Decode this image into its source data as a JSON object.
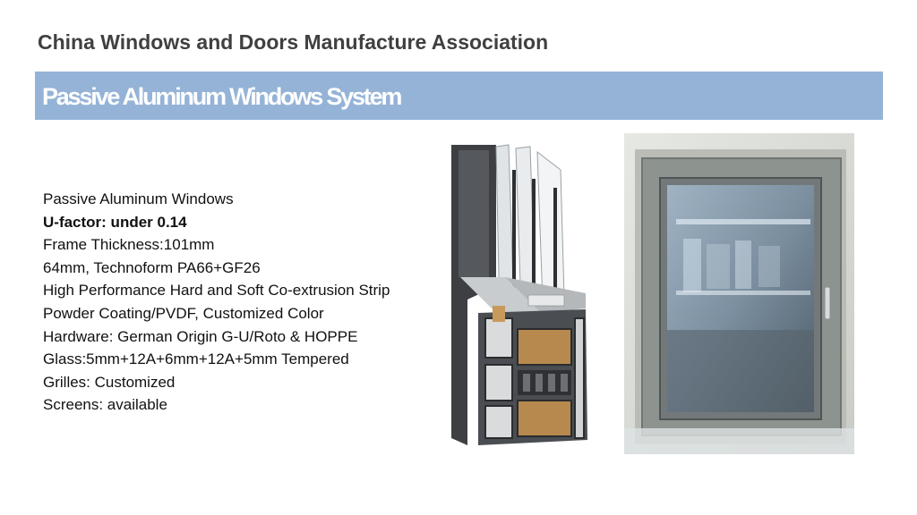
{
  "header": {
    "org_title": "China Windows and Doors Manufacture Association"
  },
  "banner": {
    "title": "Passive Aluminum Windows System",
    "color": "#95b3d7"
  },
  "specs": [
    {
      "text": "Passive Aluminum Windows",
      "bold": false
    },
    {
      "text": "U-factor: under 0.14",
      "bold": true
    },
    {
      "text": "Frame Thickness:101mm",
      "bold": false
    },
    {
      "text": "64mm, Technoform PA66+GF26",
      "bold": false
    },
    {
      "text": "High Performance Hard and Soft Co-extrusion Strip",
      "bold": false
    },
    {
      "text": "Powder Coating/PVDF, Customized Color",
      "bold": false
    },
    {
      "text": "Hardware: German Origin G-U/Roto & HOPPE",
      "bold": false
    },
    {
      "text": "Glass:5mm+12A+6mm+12A+5mm Tempered",
      "bold": false
    },
    {
      "text": "Grilles: Customized",
      "bold": false
    },
    {
      "text": "Screens: available",
      "bold": false
    }
  ],
  "images": {
    "profile": "profile-cross-section-image",
    "photo": "installed-window-photo"
  }
}
